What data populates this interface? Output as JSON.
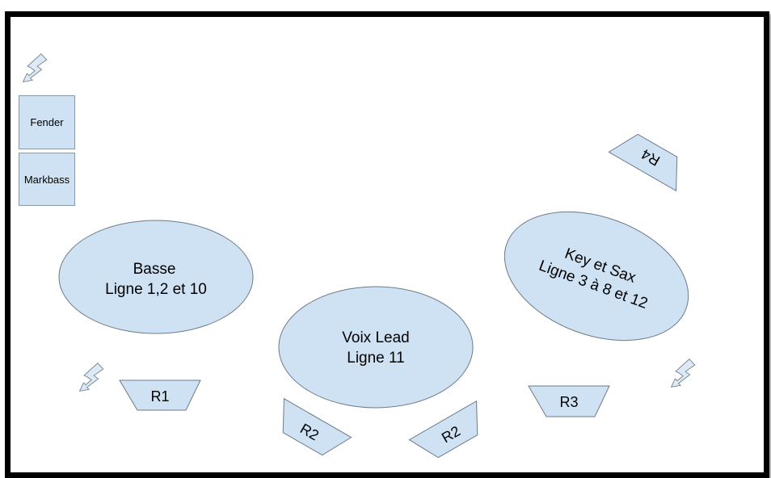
{
  "amps": {
    "fender": "Fender",
    "markbass": "Markbass"
  },
  "zones": {
    "basse": {
      "line1": "Basse",
      "line2": "Ligne 1,2 et 10"
    },
    "voix": {
      "line1": "Voix Lead",
      "line2": "Ligne 11"
    },
    "keys": {
      "line1": "Key et Sax",
      "line2": "Ligne 3 à 8 et 12"
    }
  },
  "monitors": {
    "r1": "R1",
    "r2a": "R2",
    "r2b": "R2",
    "r3": "R3",
    "r4": "R4"
  },
  "colors": {
    "fill": "#cfe2f3",
    "stroke": "#6d7b88",
    "frame": "#000000"
  },
  "icons": {
    "power": "lightning-bolt-icon"
  }
}
